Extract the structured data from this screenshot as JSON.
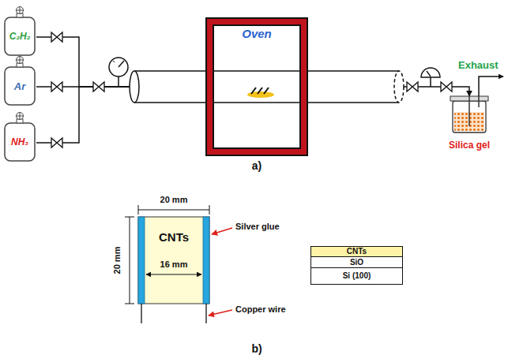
{
  "diagram": {
    "nodes": [
      {
        "text": [
          "C₂H₂"
        ]
      },
      {
        "text": [
          "Ar"
        ]
      },
      {
        "text": [
          "NH₃"
        ]
      },
      {
        "text": [
          "Oven"
        ]
      },
      {
        "text": [
          "Silica gel"
        ]
      },
      {
        "text": [
          "CNTs"
        ]
      },
      {
        "text": [
          "CNTs"
        ]
      },
      {
        "text": [
          "SiO"
        ]
      },
      {
        "text": [
          "Si (100)"
        ]
      }
    ],
    "edges": [
      {
        "from": 0,
        "to": 3,
        "arrow": "none"
      },
      {
        "from": 1,
        "to": 3,
        "arrow": "none"
      },
      {
        "from": 2,
        "to": 3,
        "arrow": "none"
      },
      {
        "from": 3,
        "to": 4,
        "arrow": "to"
      }
    ],
    "labels": [
      "a)",
      "Exhaust",
      "20 mm",
      "20 mm",
      "16 mm",
      "Silver glue",
      "Copper wire",
      "b)"
    ]
  }
}
